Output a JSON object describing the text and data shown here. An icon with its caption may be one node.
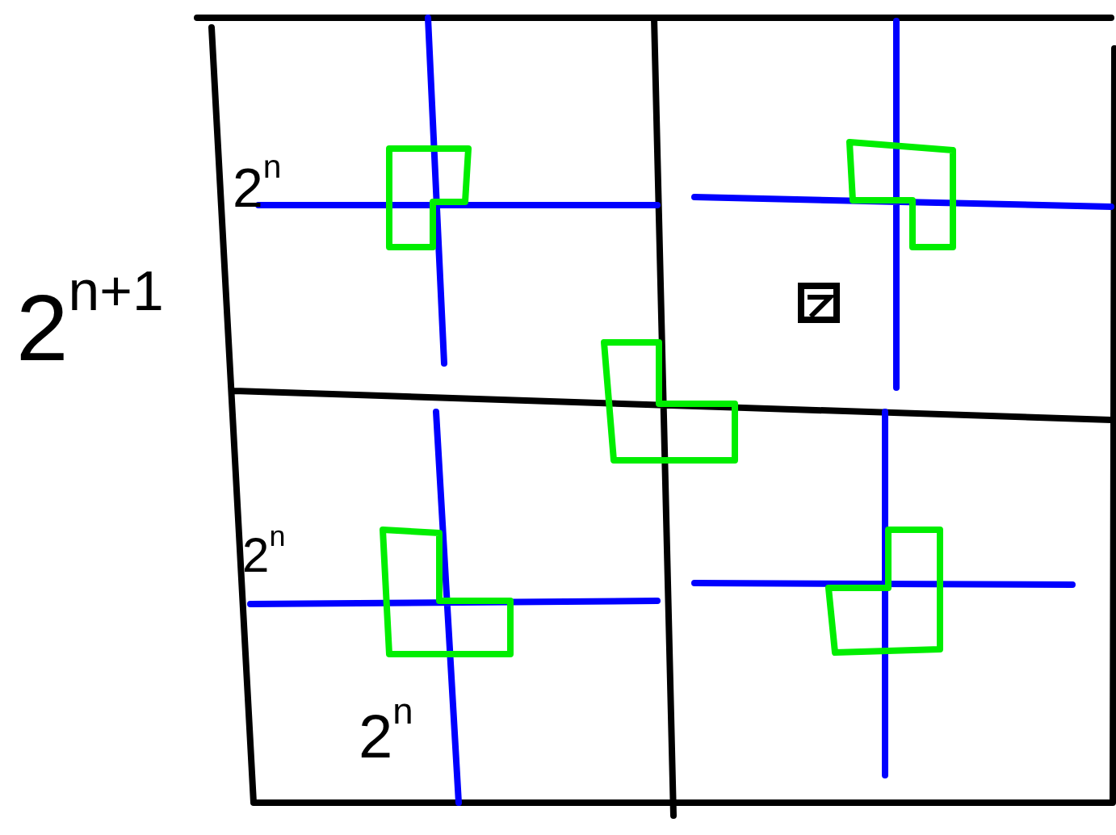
{
  "diagram": {
    "labels": [
      "2$^{n}$",
      "2$^{n+1}$",
      "2$^{n}$",
      "2$^{n}$"
    ]
  }
}
